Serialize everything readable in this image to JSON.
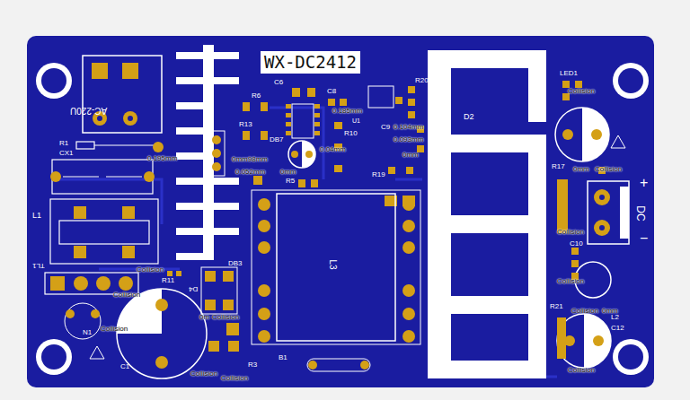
{
  "diagram": {
    "title": "WX-DC2412",
    "labels": [
      "AC-220U",
      "R1",
      "CX1",
      "0.195mm",
      "L1",
      "TL1",
      "R6",
      "C6",
      "C8",
      "R20",
      "0.185mm",
      "U1",
      "C9",
      "0.104mm",
      "0.093mm",
      "R10",
      "R13",
      "DB7",
      "0.04mm",
      "0mm98mm",
      "0mm",
      "0.052mm",
      "0mm",
      "R5",
      "R19",
      "D2",
      "LED1",
      "Collision",
      "R17",
      "0mm",
      "Collision",
      "+",
      "DC",
      "−",
      "Collision",
      "C10",
      "Collision",
      "Collision",
      "0mm",
      "R21",
      "L2",
      "C12",
      "Collision",
      "L3",
      "Collision",
      "R11",
      "DB3",
      "Collision",
      "D4",
      "N1",
      "Collision",
      "0m",
      "Collision",
      "C1",
      "R3",
      "B1",
      "Collision",
      "Collision"
    ]
  }
}
